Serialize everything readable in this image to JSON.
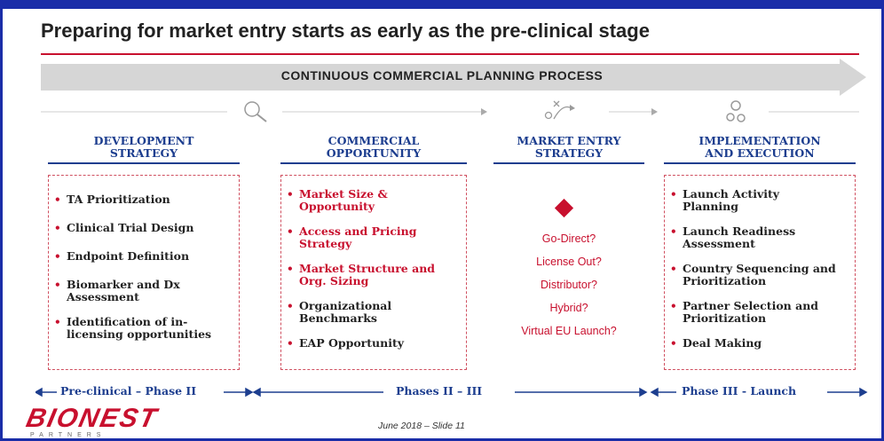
{
  "slide": {
    "title": "Preparing for market entry starts as early as the pre-clinical stage",
    "process_label": "CONTINUOUS COMMERCIAL PLANNING PROCESS",
    "footer": "June 2018 – Slide 11",
    "accent_color": "#c8102e",
    "heading_color": "#1d3e8f"
  },
  "icons": {
    "stage1": "magnifier-icon",
    "stage2": "strategy-path-icon",
    "stage3": "gears-icon"
  },
  "stages": [
    {
      "heading_line1": "DEVELOPMENT",
      "heading_line2": "STRATEGY",
      "items": [
        {
          "text": "TA Prioritization",
          "highlight": false
        },
        {
          "text": "Clinical Trial Design",
          "highlight": false
        },
        {
          "text": "Endpoint Definition",
          "highlight": false
        },
        {
          "text": "Biomarker and Dx Assessment",
          "highlight": false
        },
        {
          "text": "Identification of in-licensing opportunities",
          "highlight": false
        }
      ]
    },
    {
      "heading_line1": "COMMERCIAL",
      "heading_line2": "OPPORTUNITY",
      "items": [
        {
          "text": "Market Size & Opportunity",
          "highlight": true
        },
        {
          "text": "Access and Pricing Strategy",
          "highlight": true
        },
        {
          "text": "Market Structure and Org. Sizing",
          "highlight": true
        },
        {
          "text": "Organizational Benchmarks",
          "highlight": false
        },
        {
          "text": "EAP Opportunity",
          "highlight": false
        }
      ]
    },
    {
      "heading_line1": "MARKET ENTRY",
      "heading_line2": "STRATEGY",
      "options": [
        "Go-Direct?",
        "License Out?",
        "Distributor?",
        "Hybrid?",
        "Virtual EU Launch?"
      ]
    },
    {
      "heading_line1": "IMPLEMENTATION",
      "heading_line2": "AND EXECUTION",
      "items": [
        {
          "text": "Launch Activity Planning",
          "highlight": false
        },
        {
          "text": "Launch Readiness Assessment",
          "highlight": false
        },
        {
          "text": "Country Sequencing and Prioritization",
          "highlight": false
        },
        {
          "text": "Partner Selection and Prioritization",
          "highlight": false
        },
        {
          "text": "Deal Making",
          "highlight": false
        }
      ]
    }
  ],
  "phases": [
    "Pre-clinical – Phase II",
    "Phases II – III",
    "Phase III - Launch"
  ],
  "logo": {
    "name": "BIONEST",
    "sub": "PARTNERS"
  }
}
